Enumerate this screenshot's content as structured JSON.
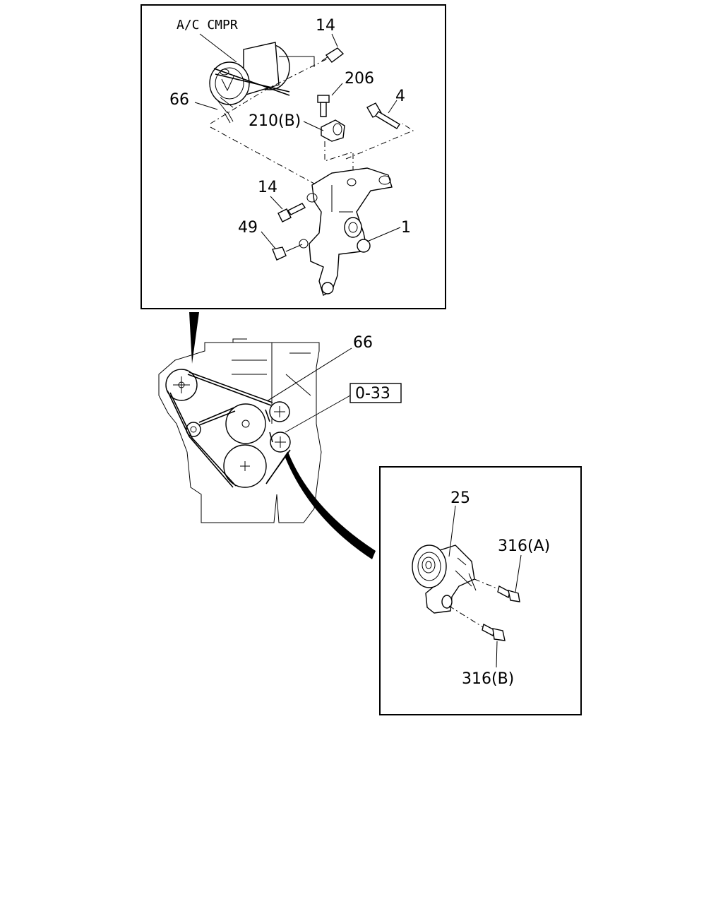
{
  "top_panel": {
    "title": "A/C CMPR",
    "labels": {
      "bolt_14_upper": "14",
      "bolt_206": "206",
      "bolt_4": "4",
      "belt_66": "66",
      "clip_210b": "210(B)",
      "bolt_14_lower": "14",
      "bracket_1": "1",
      "nut_49": "49"
    }
  },
  "engine_view": {
    "belt_66": "66",
    "reference_box": "0-33"
  },
  "bottom_panel": {
    "labels": {
      "tensioner_25": "25",
      "bolt_316a": "316(A)",
      "bolt_316b": "316(B)"
    }
  }
}
